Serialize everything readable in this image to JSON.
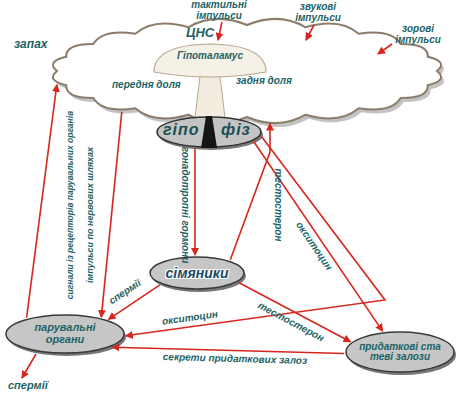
{
  "diagram": {
    "nodes": [
      {
        "text": [
          "ЦНС"
        ]
      },
      {
        "text": [
          "Гіпоталамус"
        ],
        "in": 0
      },
      {
        "text": [
          "гіпо",
          "фіз"
        ]
      },
      {
        "text": [
          "сімяники"
        ]
      },
      {
        "text": [
          "парувальні органи"
        ]
      },
      {
        "text": [
          "придаткові ста теві залози"
        ]
      }
    ],
    "edges": [
      {
        "from": 2,
        "to": 3,
        "label": "гонадотропні гормони",
        "arrow": "to"
      },
      {
        "from": 3,
        "to": 0,
        "label": "тестостерон",
        "arrow": "to"
      },
      {
        "from": 2,
        "to": 5,
        "label": "окситоцин",
        "arrow": "to"
      },
      {
        "from": 3,
        "to": 4,
        "label": "спермії",
        "arrow": "to"
      },
      {
        "from": 3,
        "to": 5,
        "label": "тестостерон",
        "arrow": "to"
      },
      {
        "from": 2,
        "to": 4,
        "label": "окситоцин",
        "arrow": "to"
      },
      {
        "from": 5,
        "to": 4,
        "label": "секрети придаткових залоз",
        "arrow": "to"
      },
      {
        "from": 4,
        "to": 0,
        "label": "сигнали із рецепторів парувальних органів",
        "arrow": "to"
      },
      {
        "from": 0,
        "to": 4,
        "label": "імпульси по нервових шляхах",
        "arrow": "to"
      }
    ],
    "labels": [
      "тактильні імпульси",
      "звукові імпульси",
      "зорові імпульси",
      "запах",
      "передня доля",
      "задня доля",
      "спермії"
    ]
  }
}
